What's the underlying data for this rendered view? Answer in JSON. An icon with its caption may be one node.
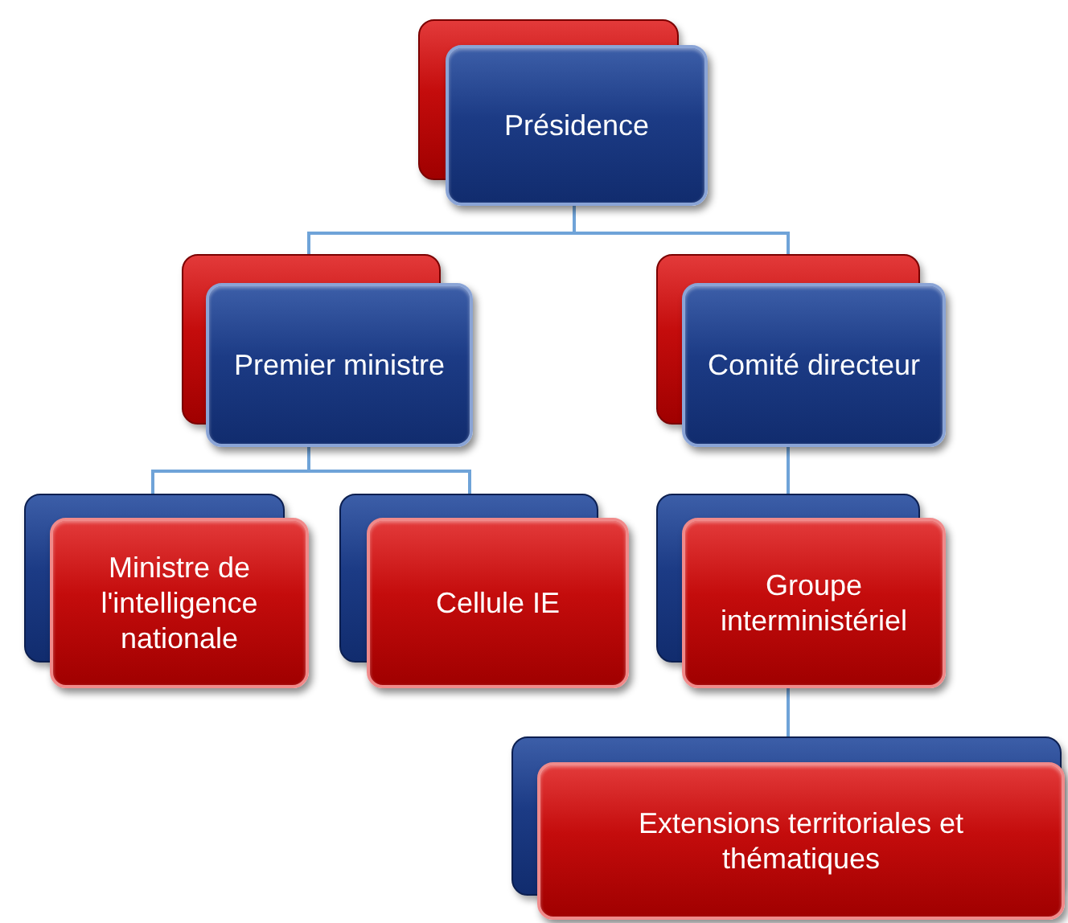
{
  "diagram": {
    "nodes": [
      {
        "text": [
          "Présidence"
        ]
      },
      {
        "text": [
          "Premier ministre"
        ]
      },
      {
        "text": [
          "Comité directeur"
        ]
      },
      {
        "text": [
          "Ministre de l'intelligence nationale"
        ]
      },
      {
        "text": [
          "Cellule IE"
        ]
      },
      {
        "text": [
          "Groupe interministériel"
        ]
      },
      {
        "text": [
          "Extensions territoriales et thématiques"
        ]
      }
    ],
    "edges": [
      {
        "from": 0,
        "to": 1,
        "arrow": "none"
      },
      {
        "from": 0,
        "to": 2,
        "arrow": "none"
      },
      {
        "from": 1,
        "to": 3,
        "arrow": "none"
      },
      {
        "from": 1,
        "to": 4,
        "arrow": "none"
      },
      {
        "from": 2,
        "to": 5,
        "arrow": "none"
      },
      {
        "from": 5,
        "to": 6,
        "arrow": "none"
      }
    ]
  }
}
